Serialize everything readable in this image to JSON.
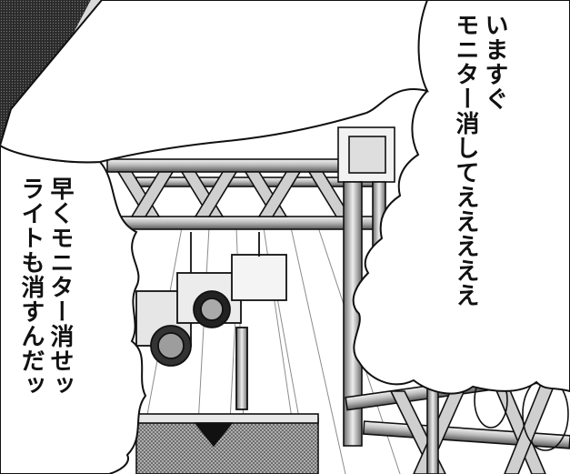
{
  "panel": {
    "speech_right": {
      "lines": [
        "いますぐ",
        "モニター消してえええええ"
      ]
    },
    "speech_left": {
      "lines": [
        "早くモニター消せッ",
        "ライトも消すんだッ"
      ]
    }
  },
  "colors": {
    "ink": "#111111",
    "paper": "#ffffff",
    "screentone_dark": "#3a3a3a",
    "metal_mid": "#9a9a9a"
  }
}
